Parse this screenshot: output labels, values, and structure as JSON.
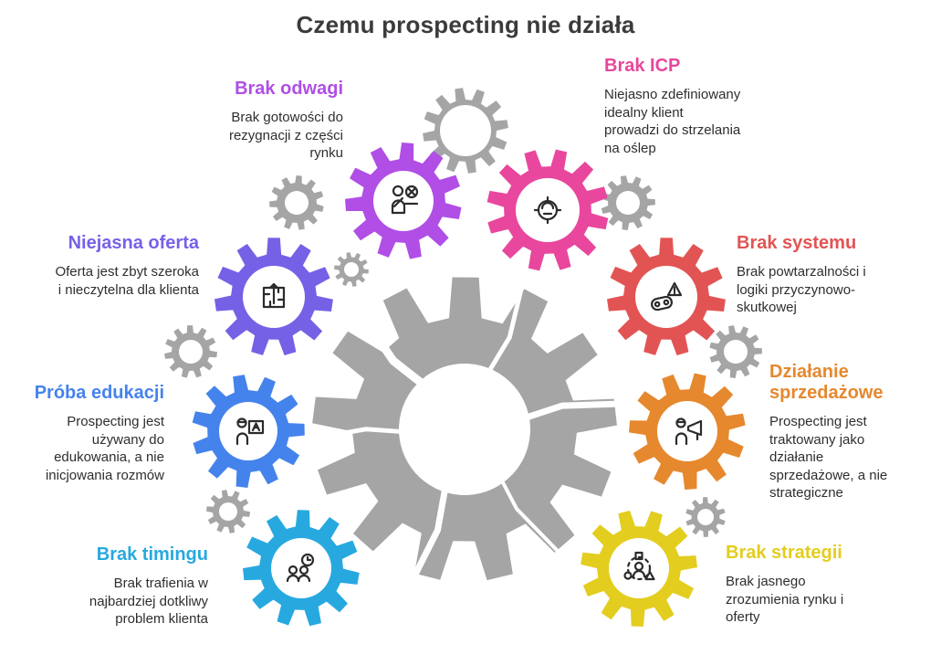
{
  "title": "Czemu prospecting nie działa",
  "title_color": "#3b3b3b",
  "background": "#ffffff",
  "text_color": "#2e2e2e",
  "decor_gear_color": "#a5a5a5",
  "center_gear": {
    "color": "#a5a5a5",
    "style": "broken"
  },
  "items": [
    {
      "label": "Brak odwagi",
      "description": "Brak gotowości do rezygnacji z części rynku",
      "color": "#b04ee6",
      "icon": "person-rejected-icon"
    },
    {
      "label": "Brak ICP",
      "description": "Niejasno zdefiniowany idealny klient prowadzi do strzelania na oślep",
      "color": "#e8479d",
      "icon": "target-face-icon"
    },
    {
      "label": "Niejasna oferta",
      "description": "Oferta jest zbyt szeroka i nieczytelna dla klienta",
      "color": "#7561e6",
      "icon": "maze-arrow-icon"
    },
    {
      "label": "Brak systemu",
      "description": "Brak powtarzalności i logiki przyczynowo-skutkowej",
      "color": "#e25454",
      "icon": "chain-warning-icon"
    },
    {
      "label": "Próba edukacji",
      "description": "Prospecting jest używany do edukowania, a nie inicjowania rozmów",
      "color": "#4583ec",
      "icon": "teacher-board-icon"
    },
    {
      "label": "Działanie sprzedażowe",
      "description": "Prospecting jest traktowany jako działanie sprzedażowe, a nie strategiczne",
      "color": "#e6882e",
      "icon": "megaphone-person-icon"
    },
    {
      "label": "Brak timingu",
      "description": "Brak trafienia w najbardziej dotkliwy problem klienta",
      "color": "#27a9df",
      "icon": "people-clock-icon"
    },
    {
      "label": "Brak strategii",
      "description": "Brak jasnego zrozumienia rynku i oferty",
      "color": "#e3cd1f",
      "icon": "person-shapes-icon"
    }
  ]
}
